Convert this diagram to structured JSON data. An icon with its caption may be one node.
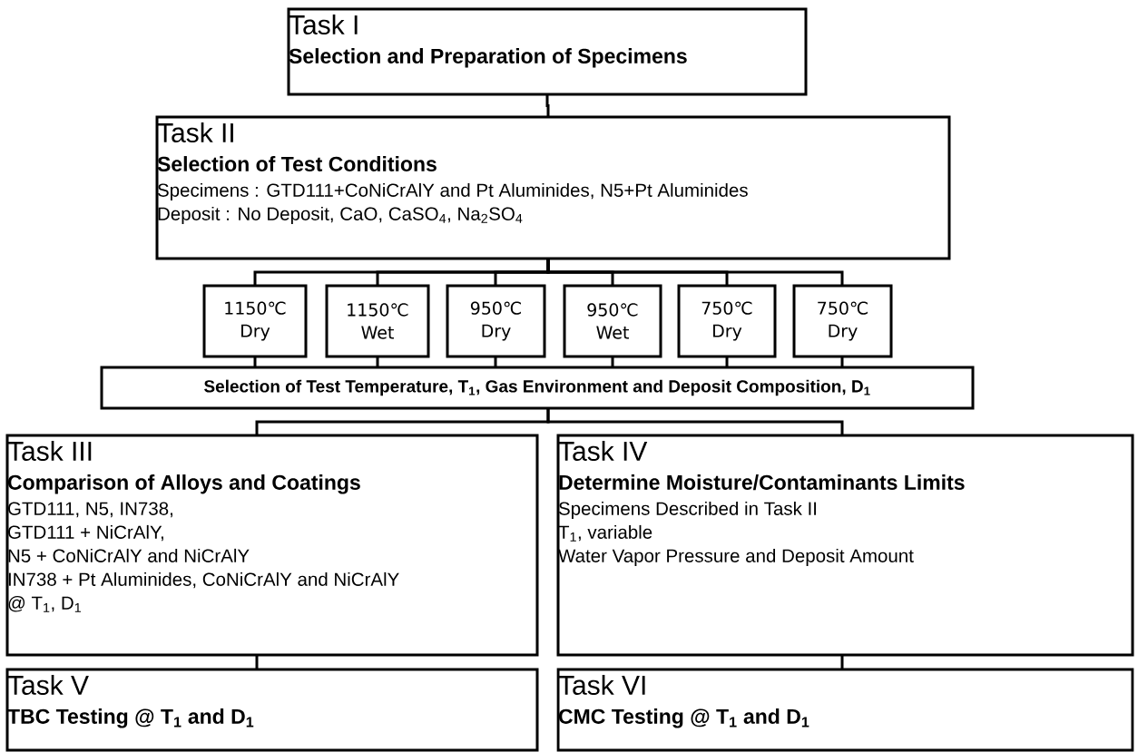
{
  "diagram": {
    "nodes": [
      {
        "text": [
          "Task I",
          "Selection and Preparation of Specimens"
        ]
      },
      {
        "text": [
          "Task II",
          "Selection of Test Conditions",
          "Specimens : GTD111+CoNiCrAlY and Pt Aluminides, N5+Pt Aluminides",
          "Deposit : No Deposit, CaO, CaSO$_{4}$, Na$_{2}$SO$_{4}$"
        ]
      },
      {
        "text": [
          "1150℃ Dry"
        ]
      },
      {
        "text": [
          "1150℃ Wet"
        ]
      },
      {
        "text": [
          "950℃ Dry"
        ]
      },
      {
        "text": [
          "950℃ Wet"
        ]
      },
      {
        "text": [
          "750℃ Dry"
        ]
      },
      {
        "text": [
          "750℃ Dry"
        ]
      },
      {
        "text": [
          "Selection of Test Temperature, T$_{1}$, Gas Environment and Deposit Composition, D$_{1}$"
        ]
      },
      {
        "text": [
          "Task III",
          "Comparison of Alloys and Coatings",
          "GTD111, N5, IN738,",
          "GTD111 + NiCrAlY,",
          "N5 + CoNiCrAlY and NiCrAlY",
          "IN738 + Pt Aluminides, CoNiCrAlY and NiCrAlY",
          "@ T$_{1}$, D$_{1}$"
        ]
      },
      {
        "text": [
          "Task IV",
          "Determine Moisture/Contaminants Limits",
          "Specimens Described in Task II",
          "T$_{1}$, variable",
          "Water Vapor Pressure and Deposit Amount"
        ]
      },
      {
        "text": [
          "Task V",
          "TBC Testing @ T$_{1}$ and D$_{1}$"
        ]
      },
      {
        "text": [
          "Task VI",
          "CMC Testing @ T$_{1}$ and D$_{1}$"
        ]
      }
    ],
    "edges": [
      {
        "from": 0,
        "to": 1,
        "arrow": "none"
      },
      {
        "from": 1,
        "to": 2,
        "arrow": "none"
      },
      {
        "from": 1,
        "to": 3,
        "arrow": "none"
      },
      {
        "from": 1,
        "to": 4,
        "arrow": "none"
      },
      {
        "from": 1,
        "to": 5,
        "arrow": "none"
      },
      {
        "from": 1,
        "to": 6,
        "arrow": "none"
      },
      {
        "from": 1,
        "to": 7,
        "arrow": "none"
      },
      {
        "from": 2,
        "to": 8,
        "arrow": "none"
      },
      {
        "from": 3,
        "to": 8,
        "arrow": "none"
      },
      {
        "from": 4,
        "to": 8,
        "arrow": "none"
      },
      {
        "from": 5,
        "to": 8,
        "arrow": "none"
      },
      {
        "from": 6,
        "to": 8,
        "arrow": "none"
      },
      {
        "from": 7,
        "to": 8,
        "arrow": "none"
      },
      {
        "from": 8,
        "to": 9,
        "arrow": "none"
      },
      {
        "from": 8,
        "to": 10,
        "arrow": "none"
      },
      {
        "from": 9,
        "to": 11,
        "arrow": "none"
      },
      {
        "from": 10,
        "to": 12,
        "arrow": "none"
      }
    ]
  }
}
